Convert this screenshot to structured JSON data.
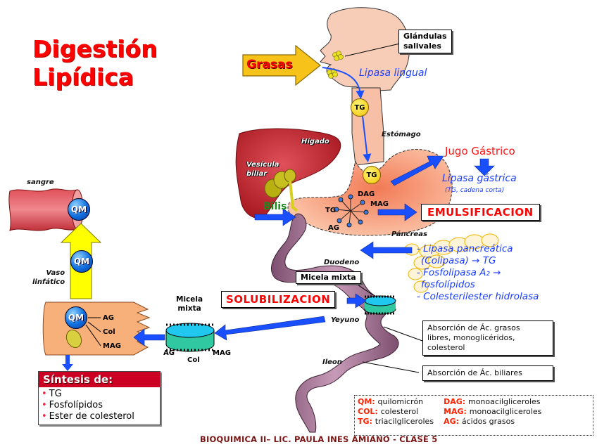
{
  "title": {
    "line1": "Digestión",
    "line2": "Lipídica"
  },
  "mouth": {
    "input_label": "Grasas",
    "glands_callout": [
      "Glándulas",
      "salivales"
    ],
    "enzyme": "Lipasa lingual",
    "product": "TG"
  },
  "stomach": {
    "label": "Estómago",
    "product": "TG",
    "secretion": "Jugo Gástrico",
    "enzyme": "Lipasa gástrica",
    "enzyme_note": "(TG, cadena corta)",
    "droplet_labels": [
      "DAG",
      "MAG",
      "TG",
      "AG"
    ],
    "process": "EMULSIFICACION"
  },
  "liver": {
    "liver_label": "Hígado",
    "gallbladder_label": [
      "Vesícula",
      "biliar"
    ],
    "secretion": "Bilis"
  },
  "pancreas": {
    "label": "Páncreas",
    "enzymes": [
      "- Lipasa pancreática",
      "(Colipasa) → TG",
      "- Fosfolipasa A₂ →",
      "fosfolípidos",
      "- Colesterilester hidrolasa"
    ]
  },
  "intestine": {
    "duodeno_label": "Duodeno",
    "yeyuno_label": "Yeyuno",
    "ileon_label": "Ileon",
    "micelle_callout": "Micela mixta",
    "process": "SOLUBILIZACION",
    "absorption_jejunum": [
      "Absorción de  Ác. grasos",
      "libres, monoglicéridos,",
      "colesterol"
    ],
    "absorption_ileum": "Absorción de Ác. biliares"
  },
  "micelle": {
    "title": [
      "Micela",
      "mixta"
    ],
    "labels": [
      "AG",
      "Col",
      "MAG"
    ]
  },
  "enterocyte": {
    "qm": "QM",
    "inputs": [
      "AG",
      "Col",
      "MAG"
    ]
  },
  "lymph": {
    "vessel_label": [
      "Vaso",
      "linfático"
    ],
    "qm": "QM"
  },
  "blood": {
    "label": "sangre",
    "qm": "QM"
  },
  "synthesis": {
    "header": "Síntesis de:",
    "items": [
      "TG",
      "Fosfolípidos",
      "Ester de colesterol"
    ]
  },
  "legend": {
    "left": [
      {
        "key": "QM:",
        "value": "quilomicrón"
      },
      {
        "key": "COL:",
        "value": "colesterol"
      },
      {
        "key": "TG:",
        "value": "triacilgliceroles"
      }
    ],
    "right": [
      {
        "key": "DAG:",
        "value": "monoacilgliceroles"
      },
      {
        "key": "MAG:",
        "value": "monoacilgliceroles"
      },
      {
        "key": "AG:",
        "value": "ácidos grasos"
      }
    ]
  },
  "footer": "BIOQUIMICA II– LIC. PAULA INES AMIANO - CLASE 5",
  "colors": {
    "title_red": "#ff0000",
    "arrow_blue": "#1a4fff",
    "enzyme_blue": "#1a3cff",
    "intestine_purple": "#9c6a8e",
    "skin": "#f6c6b0",
    "stomach": "#f39a7a",
    "liver": "#c0262e",
    "synth_header": "#cc0022",
    "footer": "#7a1616"
  }
}
